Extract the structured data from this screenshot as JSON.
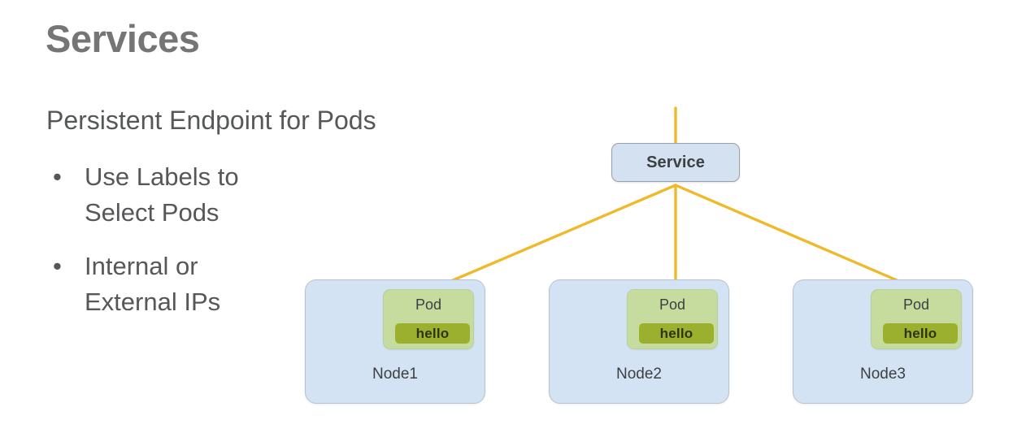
{
  "slide": {
    "title": "Services",
    "subtitle": "Persistent Endpoint for Pods",
    "bullets": [
      {
        "marker": "•",
        "text": "Use Labels to\nSelect Pods"
      },
      {
        "marker": "•",
        "text": "Internal or\nExternal IPs"
      }
    ]
  },
  "diagram": {
    "service": {
      "label": "Service"
    },
    "nodes": [
      {
        "label": "Node1",
        "pod": {
          "label": "Pod",
          "badge": "hello"
        }
      },
      {
        "label": "Node2",
        "pod": {
          "label": "Pod",
          "badge": "hello"
        }
      },
      {
        "label": "Node3",
        "pod": {
          "label": "Pod",
          "badge": "hello"
        }
      }
    ],
    "connector_color": "#f0b92a",
    "service_fill": "#d4e1f0",
    "node_fill": "#d4e3f3",
    "pod_fill": "#c6dc9f",
    "badge_fill": "#9bb02f",
    "title_color": "#757575",
    "body_color": "#555759"
  }
}
